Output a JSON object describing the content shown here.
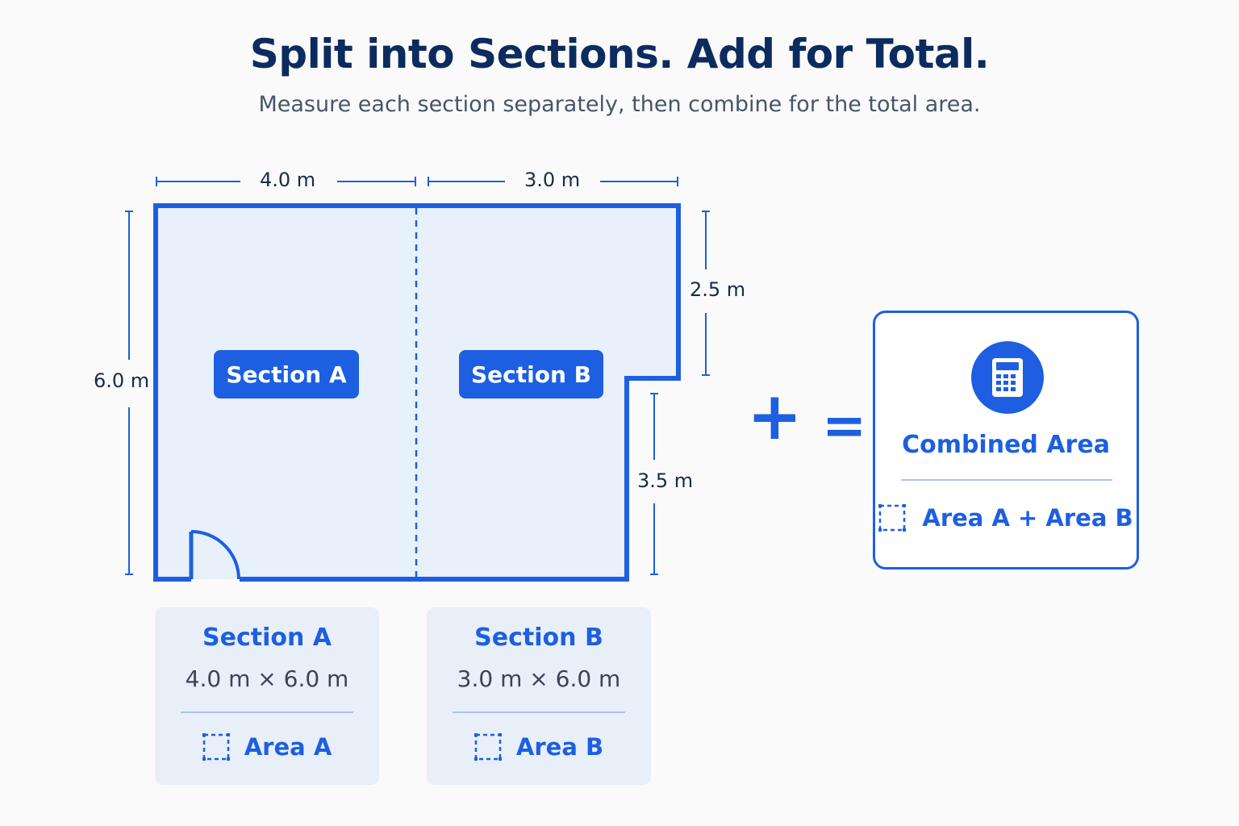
{
  "header": {
    "title": "Split into Sections. Add for Total.",
    "subtitle": "Measure each section separately, then combine for the total area."
  },
  "dimensions": {
    "top_a": "4.0 m",
    "top_b": "3.0 m",
    "left": "6.0 m",
    "right_upper": "2.5 m",
    "right_lower": "3.5 m"
  },
  "plan": {
    "section_a_label": "Section A",
    "section_b_label": "Section B"
  },
  "operators": {
    "plus": "+",
    "equals": "="
  },
  "cards": [
    {
      "title": "Section A",
      "dims": "4.0 m × 6.0 m",
      "area_label": "Area A"
    },
    {
      "title": "Section B",
      "dims": "3.0 m × 6.0 m",
      "area_label": "Area B"
    }
  ],
  "result": {
    "title": "Combined Area",
    "formula": "Area A + Area B",
    "icon": "calculator-icon"
  },
  "colors": {
    "accent": "#1d5fe0",
    "title": "#0c2b5e",
    "fill": "#e8f0fb"
  }
}
